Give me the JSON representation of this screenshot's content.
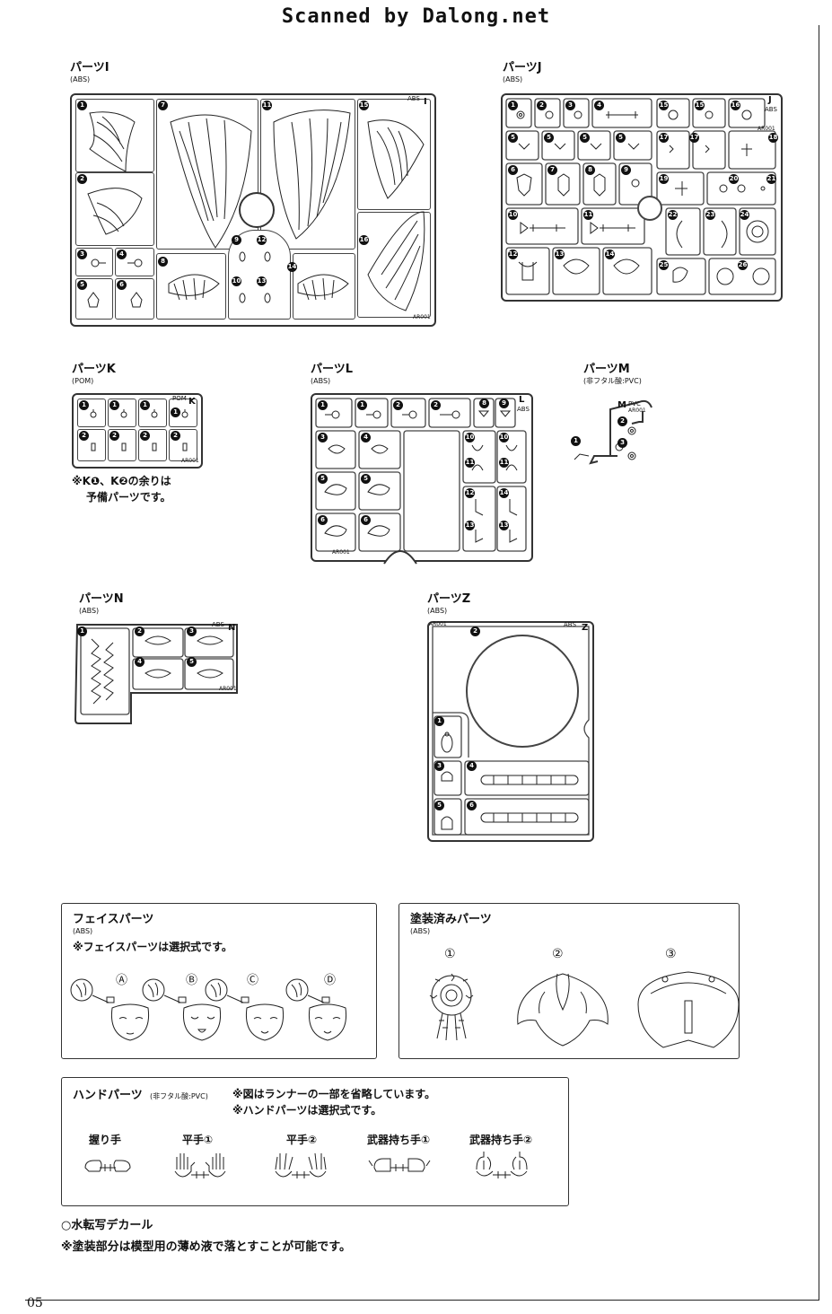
{
  "watermark": "Scanned by Dalong.net",
  "page_number": "05",
  "runners": {
    "I": {
      "title": "パーツI",
      "material": "(ABS)",
      "letter": "I",
      "tag": "ABS",
      "code": "AR001",
      "numbers": [
        "1",
        "2",
        "3",
        "4",
        "5",
        "6",
        "7",
        "8",
        "9",
        "10",
        "11",
        "12",
        "13",
        "14",
        "15",
        "16"
      ]
    },
    "J": {
      "title": "パーツJ",
      "material": "(ABS)",
      "letter": "J",
      "tag": "ABS",
      "code": "AR001",
      "numbers": [
        "1",
        "2",
        "3",
        "4",
        "5",
        "6",
        "7",
        "8",
        "9",
        "10",
        "11",
        "12",
        "13",
        "14",
        "15",
        "16",
        "17",
        "18",
        "19",
        "20",
        "21",
        "22",
        "23",
        "24",
        "25",
        "26"
      ]
    },
    "K": {
      "title": "パーツK",
      "material": "(POM)",
      "letter": "K",
      "tag": "POM",
      "code": "AR001",
      "numbers": [
        "1",
        "2"
      ]
    },
    "L": {
      "title": "パーツL",
      "material": "(ABS)",
      "letter": "L",
      "tag": "ABS",
      "code": "AR001",
      "numbers": [
        "1",
        "2",
        "3",
        "4",
        "5",
        "6",
        "8",
        "9",
        "10",
        "11",
        "12",
        "13",
        "14"
      ]
    },
    "M": {
      "title": "パーツM",
      "material": "(非フタル酸:PVC)",
      "letter": "M",
      "tag": "PVC",
      "code": "AR001",
      "numbers": [
        "1",
        "2",
        "3"
      ]
    },
    "N": {
      "title": "パーツN",
      "material": "(ABS)",
      "letter": "N",
      "tag": "ABS",
      "code": "AR001",
      "numbers": [
        "1",
        "2",
        "3",
        "4",
        "5"
      ]
    },
    "Z": {
      "title": "パーツZ",
      "material": "(ABS)",
      "letter": "Z",
      "tag": "ABS",
      "code": "AR001",
      "numbers": [
        "1",
        "2",
        "3",
        "4",
        "5",
        "6"
      ]
    }
  },
  "k_note": {
    "line1": "※K❶、K❷の余りは",
    "line2": "予備パーツです。"
  },
  "face_parts": {
    "title": "フェイスパーツ",
    "material": "(ABS)",
    "note": "※フェイスパーツは選択式です。",
    "options": [
      "Ⓐ",
      "Ⓑ",
      "Ⓒ",
      "Ⓓ"
    ]
  },
  "painted_parts": {
    "title": "塗装済みパーツ",
    "material": "(ABS)",
    "numbers": [
      "①",
      "②",
      "③"
    ]
  },
  "hand_parts": {
    "title": "ハンドパーツ",
    "material": "(非フタル酸:PVC)",
    "note1": "※図はランナーの一部を省略しています。",
    "note2": "※ハンドパーツは選択式です。",
    "labels": [
      "握り手",
      "平手①",
      "平手②",
      "武器持ち手①",
      "武器持ち手②"
    ]
  },
  "decal": "○水転写デカール",
  "paint_note": "※塗装部分は模型用の薄め液で落とすことが可能です。"
}
